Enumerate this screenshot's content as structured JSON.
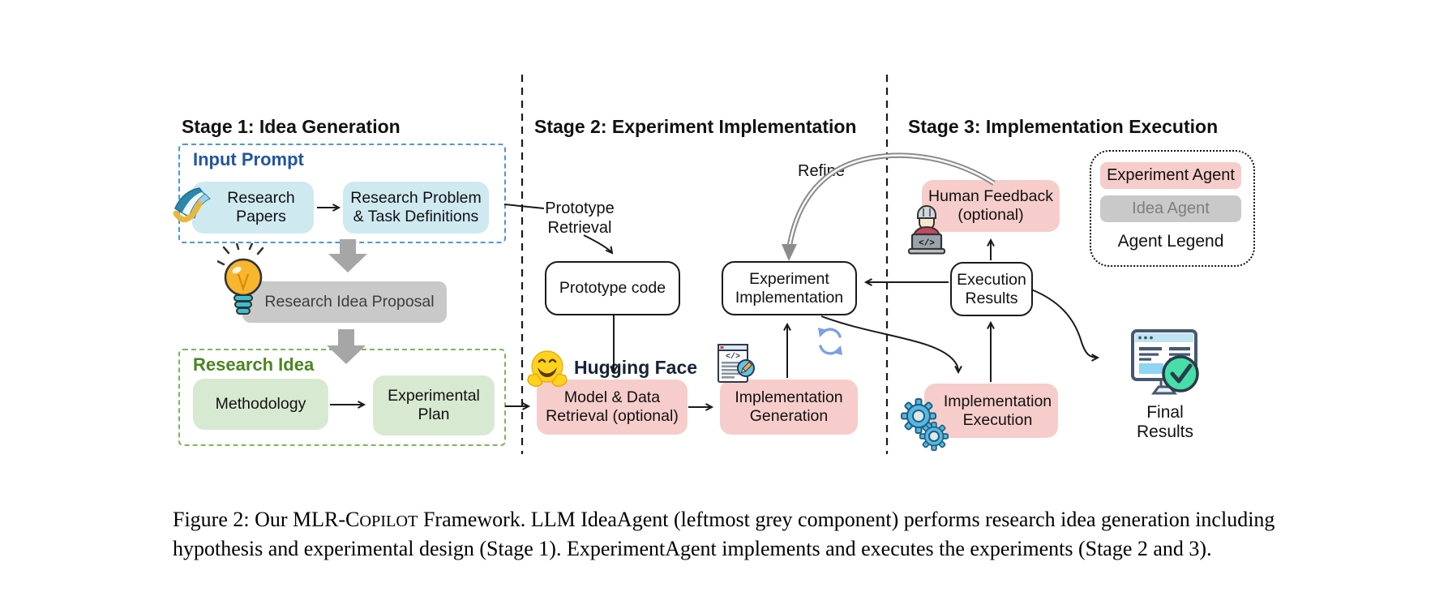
{
  "figure": {
    "stage1": {
      "title": "Stage 1: Idea Generation",
      "input_prompt": {
        "label": "Input Prompt",
        "research_papers": "Research Papers",
        "research_problem": "Research Problem & Task Definitions"
      },
      "idea_proposal": "Research Idea Proposal",
      "research_idea": {
        "label": "Research Idea",
        "methodology": "Methodology",
        "experimental_plan": "Experimental Plan"
      }
    },
    "stage2": {
      "title": "Stage 2: Experiment Implementation",
      "prototype_retrieval": "Prototype Retrieval",
      "prototype_code": "Prototype code",
      "huggingface": "Hugging Face",
      "model_data_retrieval": "Model & Data Retrieval (optional)",
      "implementation_generation": "Implementation Generation",
      "refine": "Refine"
    },
    "stage3": {
      "title": "Stage 3: Implementation Execution",
      "human_feedback": "Human Feedback (optional)",
      "execution_results": "Execution Results",
      "implementation_execution": "Implementation Execution",
      "final_results": "Final Results",
      "legend": {
        "experiment_agent": "Experiment Agent",
        "idea_agent": "Idea Agent",
        "label": "Agent Legend"
      }
    }
  },
  "caption": {
    "part1": "Figure 2: Our MLR-C",
    "smallcaps": "OPILOT",
    "part2": " Framework. LLM IdeaAgent (leftmost grey component) performs research idea generation including hypothesis and experimental design (Stage 1). ExperimentAgent implements and executes the experiments (Stage 2 and 3)."
  },
  "colors": {
    "light_blue_fill": "#cfe9f1",
    "green_fill": "#d8e9d2",
    "grey_fill": "#c9c9c9",
    "pink_fill": "#f6cdca",
    "blue_dashed_border": "#4e97d6",
    "green_dashed_border": "#7cb55e",
    "input_prompt_text": "#2155a3",
    "research_idea_text": "#4a8522",
    "grey_arrow": "#a6a6a6",
    "refine_arrow": "#8c8c8c",
    "huggingface_text": "#182339"
  }
}
